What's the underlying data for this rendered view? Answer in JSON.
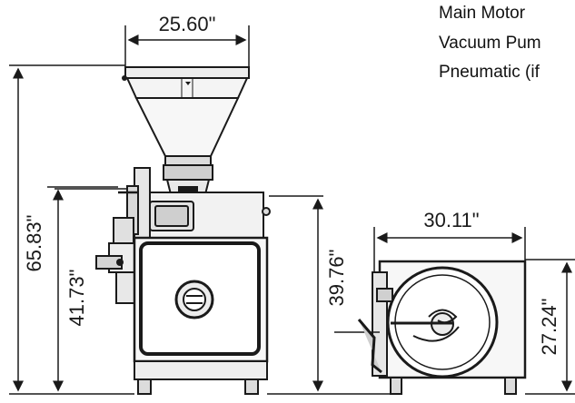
{
  "dimensions": {
    "width_top": "25.60\"",
    "overall_height": "65.83\"",
    "body_height": "41.73\"",
    "cabinet_height": "39.76\"",
    "depth": "30.11\"",
    "side_height": "27.24\""
  },
  "specs_list": [
    "Main Motor",
    "Vacuum Pum",
    "Pneumatic (if"
  ],
  "colors": {
    "line": "#1a1a1a",
    "fill_light": "#f2f2f2",
    "fill_mid": "#d9d9d9"
  }
}
